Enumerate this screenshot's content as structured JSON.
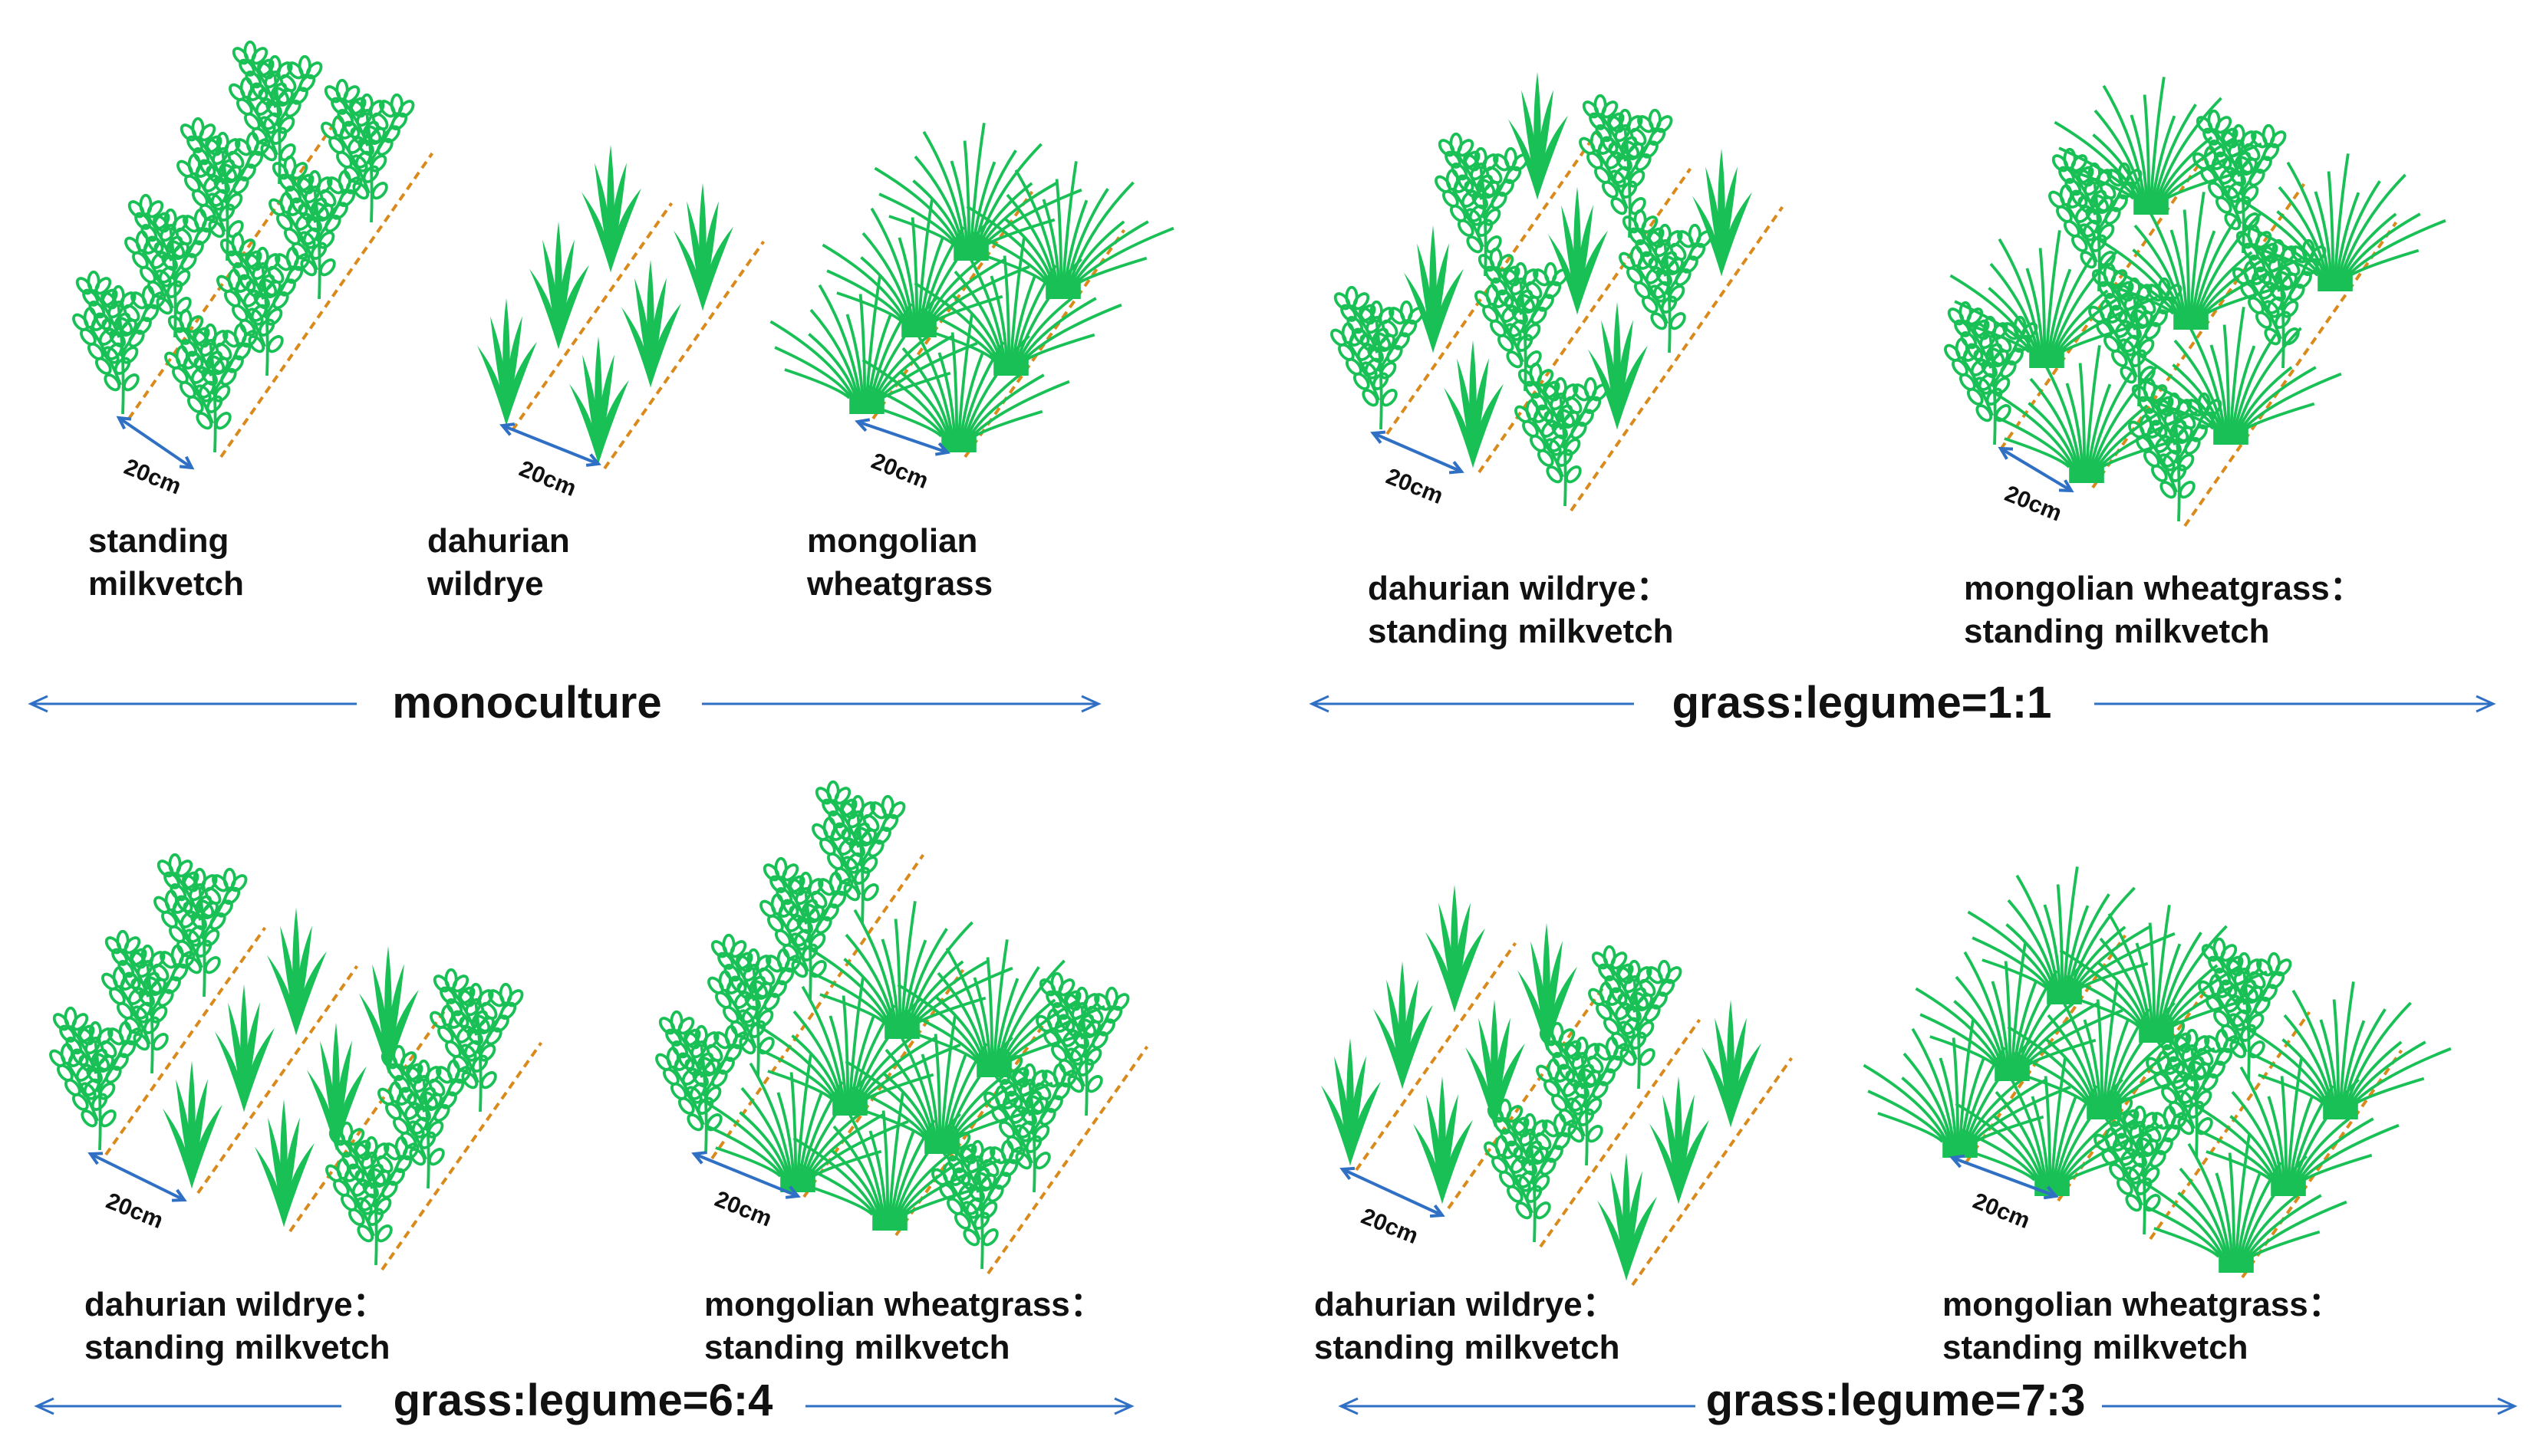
{
  "colors": {
    "plant": "#18c055",
    "row_line": "#d98a1b",
    "arrow": "#2f6fc4",
    "text": "#111111"
  },
  "distance_label": "20cm",
  "monoculture": {
    "title": "monoculture",
    "plots": [
      {
        "line1": "standing",
        "line2": "milkvetch"
      },
      {
        "line1": "dahurian",
        "line2": "wildrye"
      },
      {
        "line1": "mongolian",
        "line2": "wheatgrass"
      }
    ]
  },
  "mix_1_1": {
    "title": "grass:legume=1:1",
    "plots": [
      {
        "line1": "dahurian wildrye：",
        "line2": "standing milkvetch"
      },
      {
        "line1": "mongolian wheatgrass：",
        "line2": "standing milkvetch"
      }
    ]
  },
  "mix_6_4": {
    "title": "grass:legume=6:4",
    "plots": [
      {
        "line1": "dahurian wildrye：",
        "line2": "standing milkvetch"
      },
      {
        "line1": "mongolian wheatgrass：",
        "line2": "standing milkvetch"
      }
    ]
  },
  "mix_7_3": {
    "title": "grass:legume=7:3",
    "plots": [
      {
        "line1": "dahurian wildrye：",
        "line2": "standing milkvetch"
      },
      {
        "line1": "mongolian wheatgrass：",
        "line2": "standing milkvetch"
      }
    ]
  }
}
